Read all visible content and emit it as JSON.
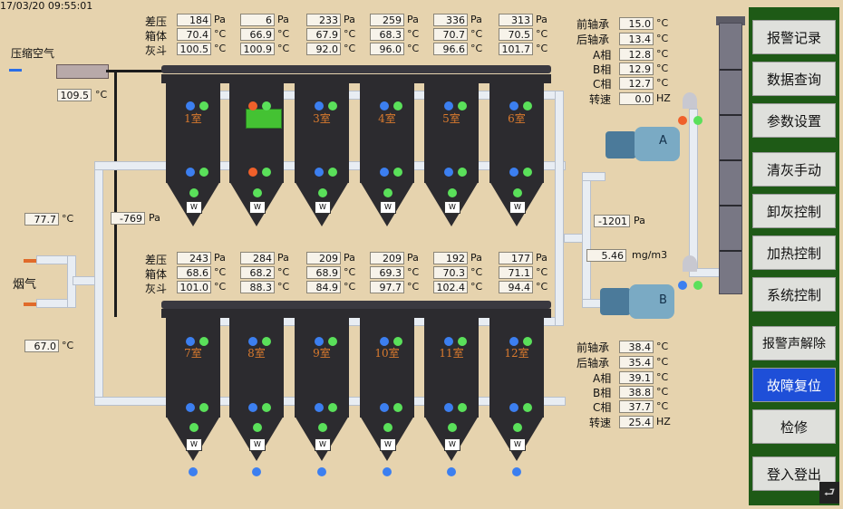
{
  "header": {
    "datetime": "17/03/20 09:55:01"
  },
  "air": {
    "label": "压缩空气",
    "temp": "109.5",
    "unit": "°C"
  },
  "flue": {
    "label": "烟气",
    "temp_in": "77.7",
    "temp_out": "67.0",
    "unit": "°C",
    "pressure": "-769",
    "pressure_unit": "Pa"
  },
  "row_labels": {
    "dp": "差压",
    "box": "箱体",
    "ash": "灰斗"
  },
  "units": {
    "pa": "Pa",
    "c": "°C",
    "hz": "HZ",
    "mg": "mg/m3"
  },
  "top_chambers": [
    {
      "name": "1室",
      "dp": "184",
      "box": "70.4",
      "ash": "100.5"
    },
    {
      "name": "",
      "dp": "6",
      "box": "66.9",
      "ash": "100.9"
    },
    {
      "name": "3室",
      "dp": "233",
      "box": "67.9",
      "ash": "92.0"
    },
    {
      "name": "4室",
      "dp": "259",
      "box": "68.3",
      "ash": "96.0"
    },
    {
      "name": "5室",
      "dp": "336",
      "box": "70.7",
      "ash": "96.6"
    },
    {
      "name": "6室",
      "dp": "313",
      "box": "70.5",
      "ash": "101.7"
    }
  ],
  "bottom_chambers": [
    {
      "name": "7室",
      "dp": "243",
      "box": "68.6",
      "ash": "101.0"
    },
    {
      "name": "8室",
      "dp": "284",
      "box": "68.2",
      "ash": "88.3"
    },
    {
      "name": "9室",
      "dp": "209",
      "box": "68.9",
      "ash": "84.9"
    },
    {
      "name": "10室",
      "dp": "209",
      "box": "69.3",
      "ash": "97.7"
    },
    {
      "name": "11室",
      "dp": "192",
      "box": "70.3",
      "ash": "102.4"
    },
    {
      "name": "12室",
      "dp": "177",
      "box": "71.1",
      "ash": "94.4"
    }
  ],
  "outlet": {
    "pressure": "-1201",
    "concentration": "5.46"
  },
  "fan_a": {
    "label": "A",
    "front": "15.0",
    "rear": "13.4",
    "a": "12.8",
    "b": "12.9",
    "c": "12.7",
    "speed": "0.0"
  },
  "fan_b": {
    "label": "B",
    "front": "38.4",
    "rear": "35.4",
    "a": "39.1",
    "b": "38.8",
    "c": "37.7",
    "speed": "25.4"
  },
  "fan_labels": {
    "front": "前轴承",
    "rear": "后轴承",
    "a": "A相",
    "b": "B相",
    "c": "C相",
    "speed": "转速"
  },
  "menu": [
    {
      "label": "报警记录"
    },
    {
      "label": "数据查询"
    },
    {
      "label": "参数设置"
    },
    {
      "label": "清灰手动"
    },
    {
      "label": "卸灰控制"
    },
    {
      "label": "加热控制"
    },
    {
      "label": "系统控制"
    },
    {
      "label": "报警声解除"
    },
    {
      "label": "故障复位"
    },
    {
      "label": "检修"
    },
    {
      "label": "登入登出"
    }
  ],
  "colors": {
    "background": "#e6d3ae",
    "chamber": "#2c2b2f",
    "active_chamber": "#44c233",
    "menu_bg": "#1e5a16",
    "active_button": "#1e4fd8"
  }
}
